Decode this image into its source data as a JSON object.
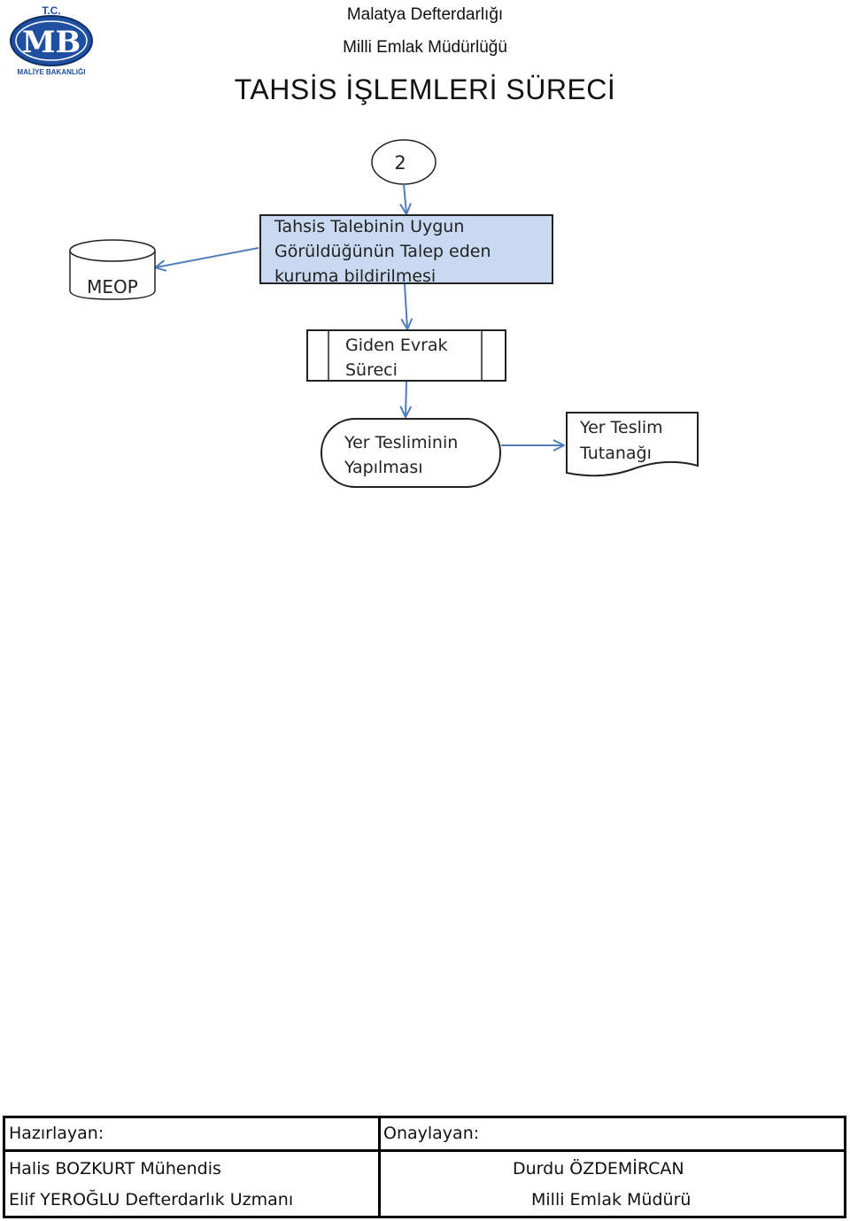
{
  "logo": {
    "top_text": "T.C.",
    "monogram": "MB",
    "bottom_text": "MALİYE BAKANLIĞI",
    "color": "#1e4fa0"
  },
  "header": {
    "line1": "Malatya  Defterdarlığı",
    "line2": "Milli Emlak Müdürlüğü",
    "title": "TAHSİS İŞLEMLERİ SÜRECİ"
  },
  "flow": {
    "connector": "2",
    "process_box": {
      "lines": [
        "Tahsis Talebinin Uygun",
        "Görüldüğünün Talep eden",
        "kuruma bildirilmesi"
      ],
      "fill": "#c9d9f1"
    },
    "database": "MEOP",
    "subprocess": [
      "Giden Evrak",
      "Süreci"
    ],
    "terminal": [
      "Yer Tesliminin",
      "Yapılması"
    ],
    "document": [
      "Yer Teslim",
      "Tutanağı"
    ],
    "arrow_color": "#4f7fb8"
  },
  "footer": {
    "prepared_label": "Hazırlayan:",
    "approved_label": "Onaylayan:",
    "preparer1": "Halis BOZKURT Mühendis",
    "preparer2": "Elif YEROĞLU Defterdarlık Uzmanı",
    "approver_name": "Durdu ÖZDEMİRCAN",
    "approver_title": "Milli Emlak Müdürü"
  }
}
